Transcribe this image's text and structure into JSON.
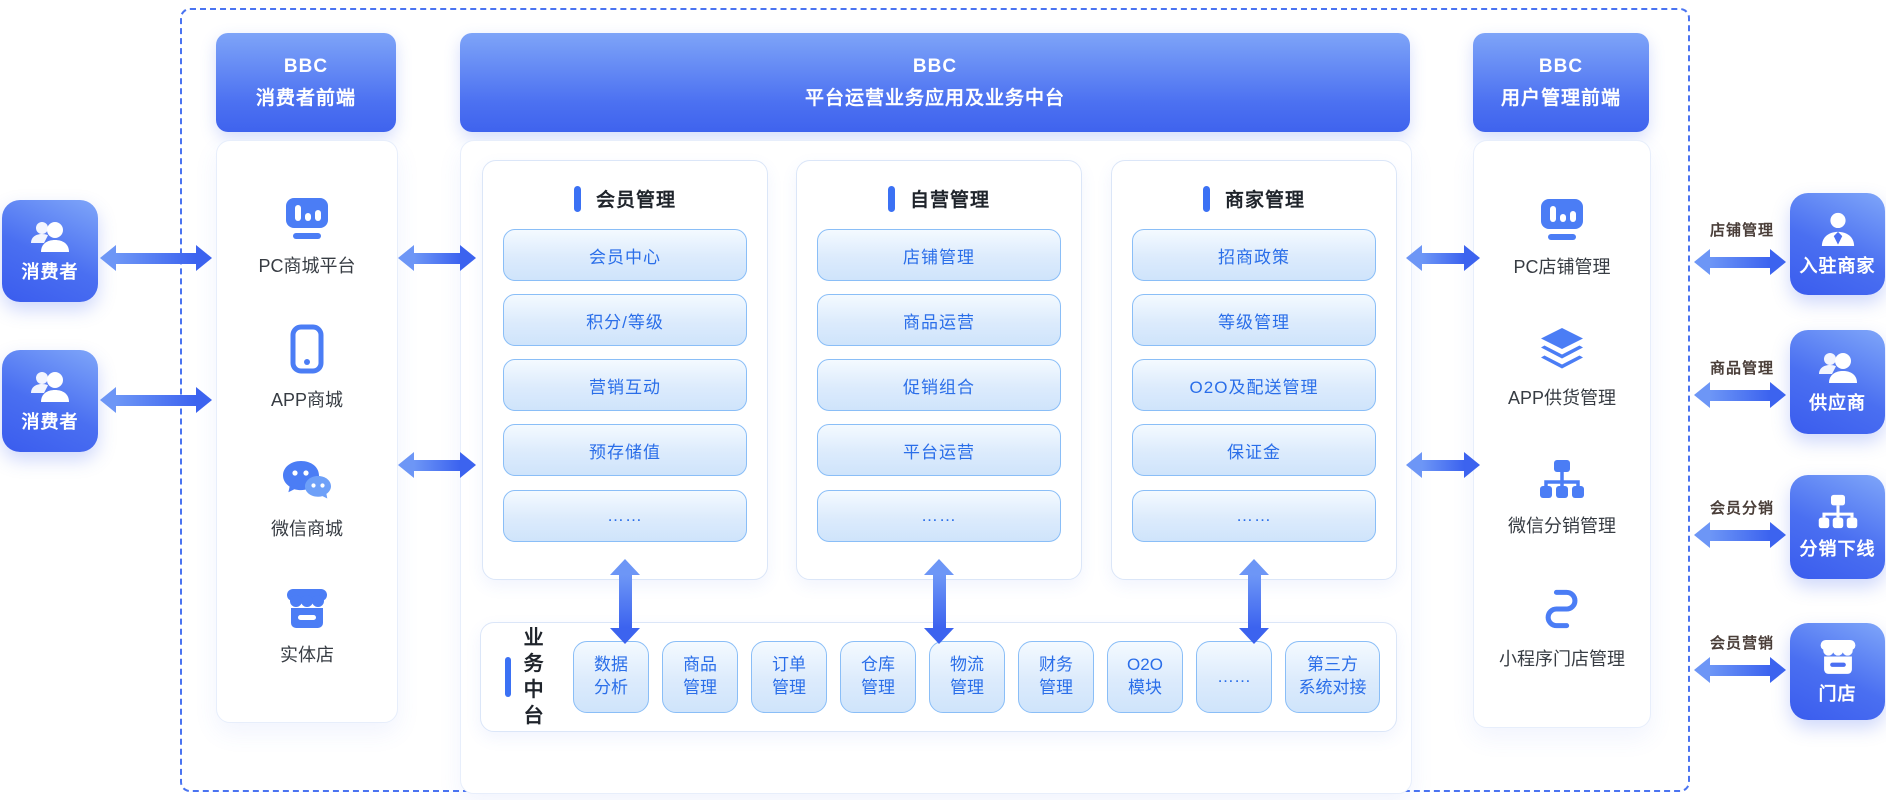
{
  "colors": {
    "accent": "#4a74f1",
    "header_gradient_top": "#7ea4f8",
    "header_gradient_bottom": "#3f63ee",
    "pill_text": "#2a6ee9",
    "pill_border": "#8abef7",
    "arrow_gradient_start": "#6d96f6",
    "arrow_gradient_end": "#3c63ef",
    "panel_icon_blue": "#4b7df5",
    "arrow_label_color": "#4a3e39"
  },
  "left_actors": [
    {
      "label": "消费者",
      "icon": "users-icon"
    },
    {
      "label": "消费者",
      "icon": "users-icon"
    }
  ],
  "left_panel": {
    "title_line1": "BBC",
    "title_line2": "消费者前端",
    "items": [
      {
        "label": "PC商城平台",
        "icon": "pc-monitor-icon"
      },
      {
        "label": "APP商城",
        "icon": "phone-icon"
      },
      {
        "label": "微信商城",
        "icon": "wechat-icon"
      },
      {
        "label": "实体店",
        "icon": "store-icon"
      }
    ]
  },
  "center_panel": {
    "title_line1": "BBC",
    "title_line2": "平台运营业务应用及业务中台",
    "cards": [
      {
        "title": "会员管理",
        "items": [
          "会员中心",
          "积分/等级",
          "营销互动",
          "预存储值",
          "……"
        ]
      },
      {
        "title": "自营管理",
        "items": [
          "店铺管理",
          "商品运营",
          "促销组合",
          "平台运营",
          "……"
        ]
      },
      {
        "title": "商家管理",
        "items": [
          "招商政策",
          "等级管理",
          "O2O及配送管理",
          "保证金",
          "……"
        ]
      }
    ],
    "business_platform": {
      "title_line1": "业务",
      "title_line2": "中台",
      "items": [
        [
          "数据",
          "分析"
        ],
        [
          "商品",
          "管理"
        ],
        [
          "订单",
          "管理"
        ],
        [
          "仓库",
          "管理"
        ],
        [
          "物流",
          "管理"
        ],
        [
          "财务",
          "管理"
        ],
        [
          "O2O",
          "模块"
        ],
        [
          "……",
          ""
        ],
        [
          "第三方",
          "系统对接"
        ]
      ]
    }
  },
  "right_panel": {
    "title_line1": "BBC",
    "title_line2": "用户管理前端",
    "items": [
      {
        "label": "PC店铺管理",
        "icon": "pc-monitor-icon"
      },
      {
        "label": "APP供货管理",
        "icon": "layers-icon"
      },
      {
        "label": "微信分销管理",
        "icon": "hierarchy-icon"
      },
      {
        "label": "小程序门店管理",
        "icon": "miniprogram-icon"
      }
    ]
  },
  "right_actors": [
    {
      "label": "入驻商家",
      "arrow_label": "店铺管理",
      "icon": "merchant-icon"
    },
    {
      "label": "供应商",
      "arrow_label": "商品管理",
      "icon": "users-icon"
    },
    {
      "label": "分销下线",
      "arrow_label": "会员分销",
      "icon": "hierarchy-icon"
    },
    {
      "label": "门店",
      "arrow_label": "会员营销",
      "icon": "store-icon"
    }
  ]
}
